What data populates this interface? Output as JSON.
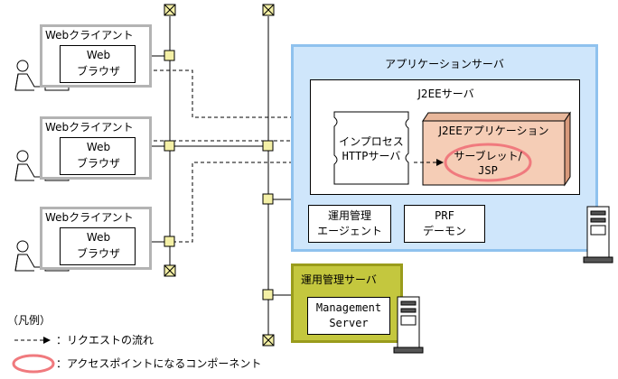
{
  "clients": [
    {
      "title": "Webクライアント",
      "browser_line1": "Web",
      "browser_line2": "ブラウザ"
    },
    {
      "title": "Webクライアント",
      "browser_line1": "Web",
      "browser_line2": "ブラウザ"
    },
    {
      "title": "Webクライアント",
      "browser_line1": "Web",
      "browser_line2": "ブラウザ"
    }
  ],
  "app_server": {
    "title": "アプリケーションサーバ",
    "j2ee_server_title": "J2EEサーバ",
    "inprocess_line1": "インプロセス",
    "inprocess_line2": "HTTPサーバ",
    "j2ee_app_title": "J2EEアプリケーション",
    "servlet_line1": "サーブレット/",
    "servlet_line2": "JSP",
    "agent_line1": "運用管理",
    "agent_line2": "エージェント",
    "prf_line1": "PRF",
    "prf_line2": "デーモン"
  },
  "mgmt_server": {
    "title": "運用管理サーバ",
    "box_line1": "Management",
    "box_line2": "Server"
  },
  "legend": {
    "title": "（凡例）",
    "request_flow": "：リクエストの流れ",
    "access_point": "：アクセスポイントになるコンポーネント"
  },
  "colors": {
    "app_server_fill": "#cfe6fb",
    "j2ee_app_fill": "#f5cdb6",
    "mgmt_server_fill": "#c4c73e",
    "access_point_ring": "#f07a7e",
    "node_fill": "#f4f0a6"
  }
}
